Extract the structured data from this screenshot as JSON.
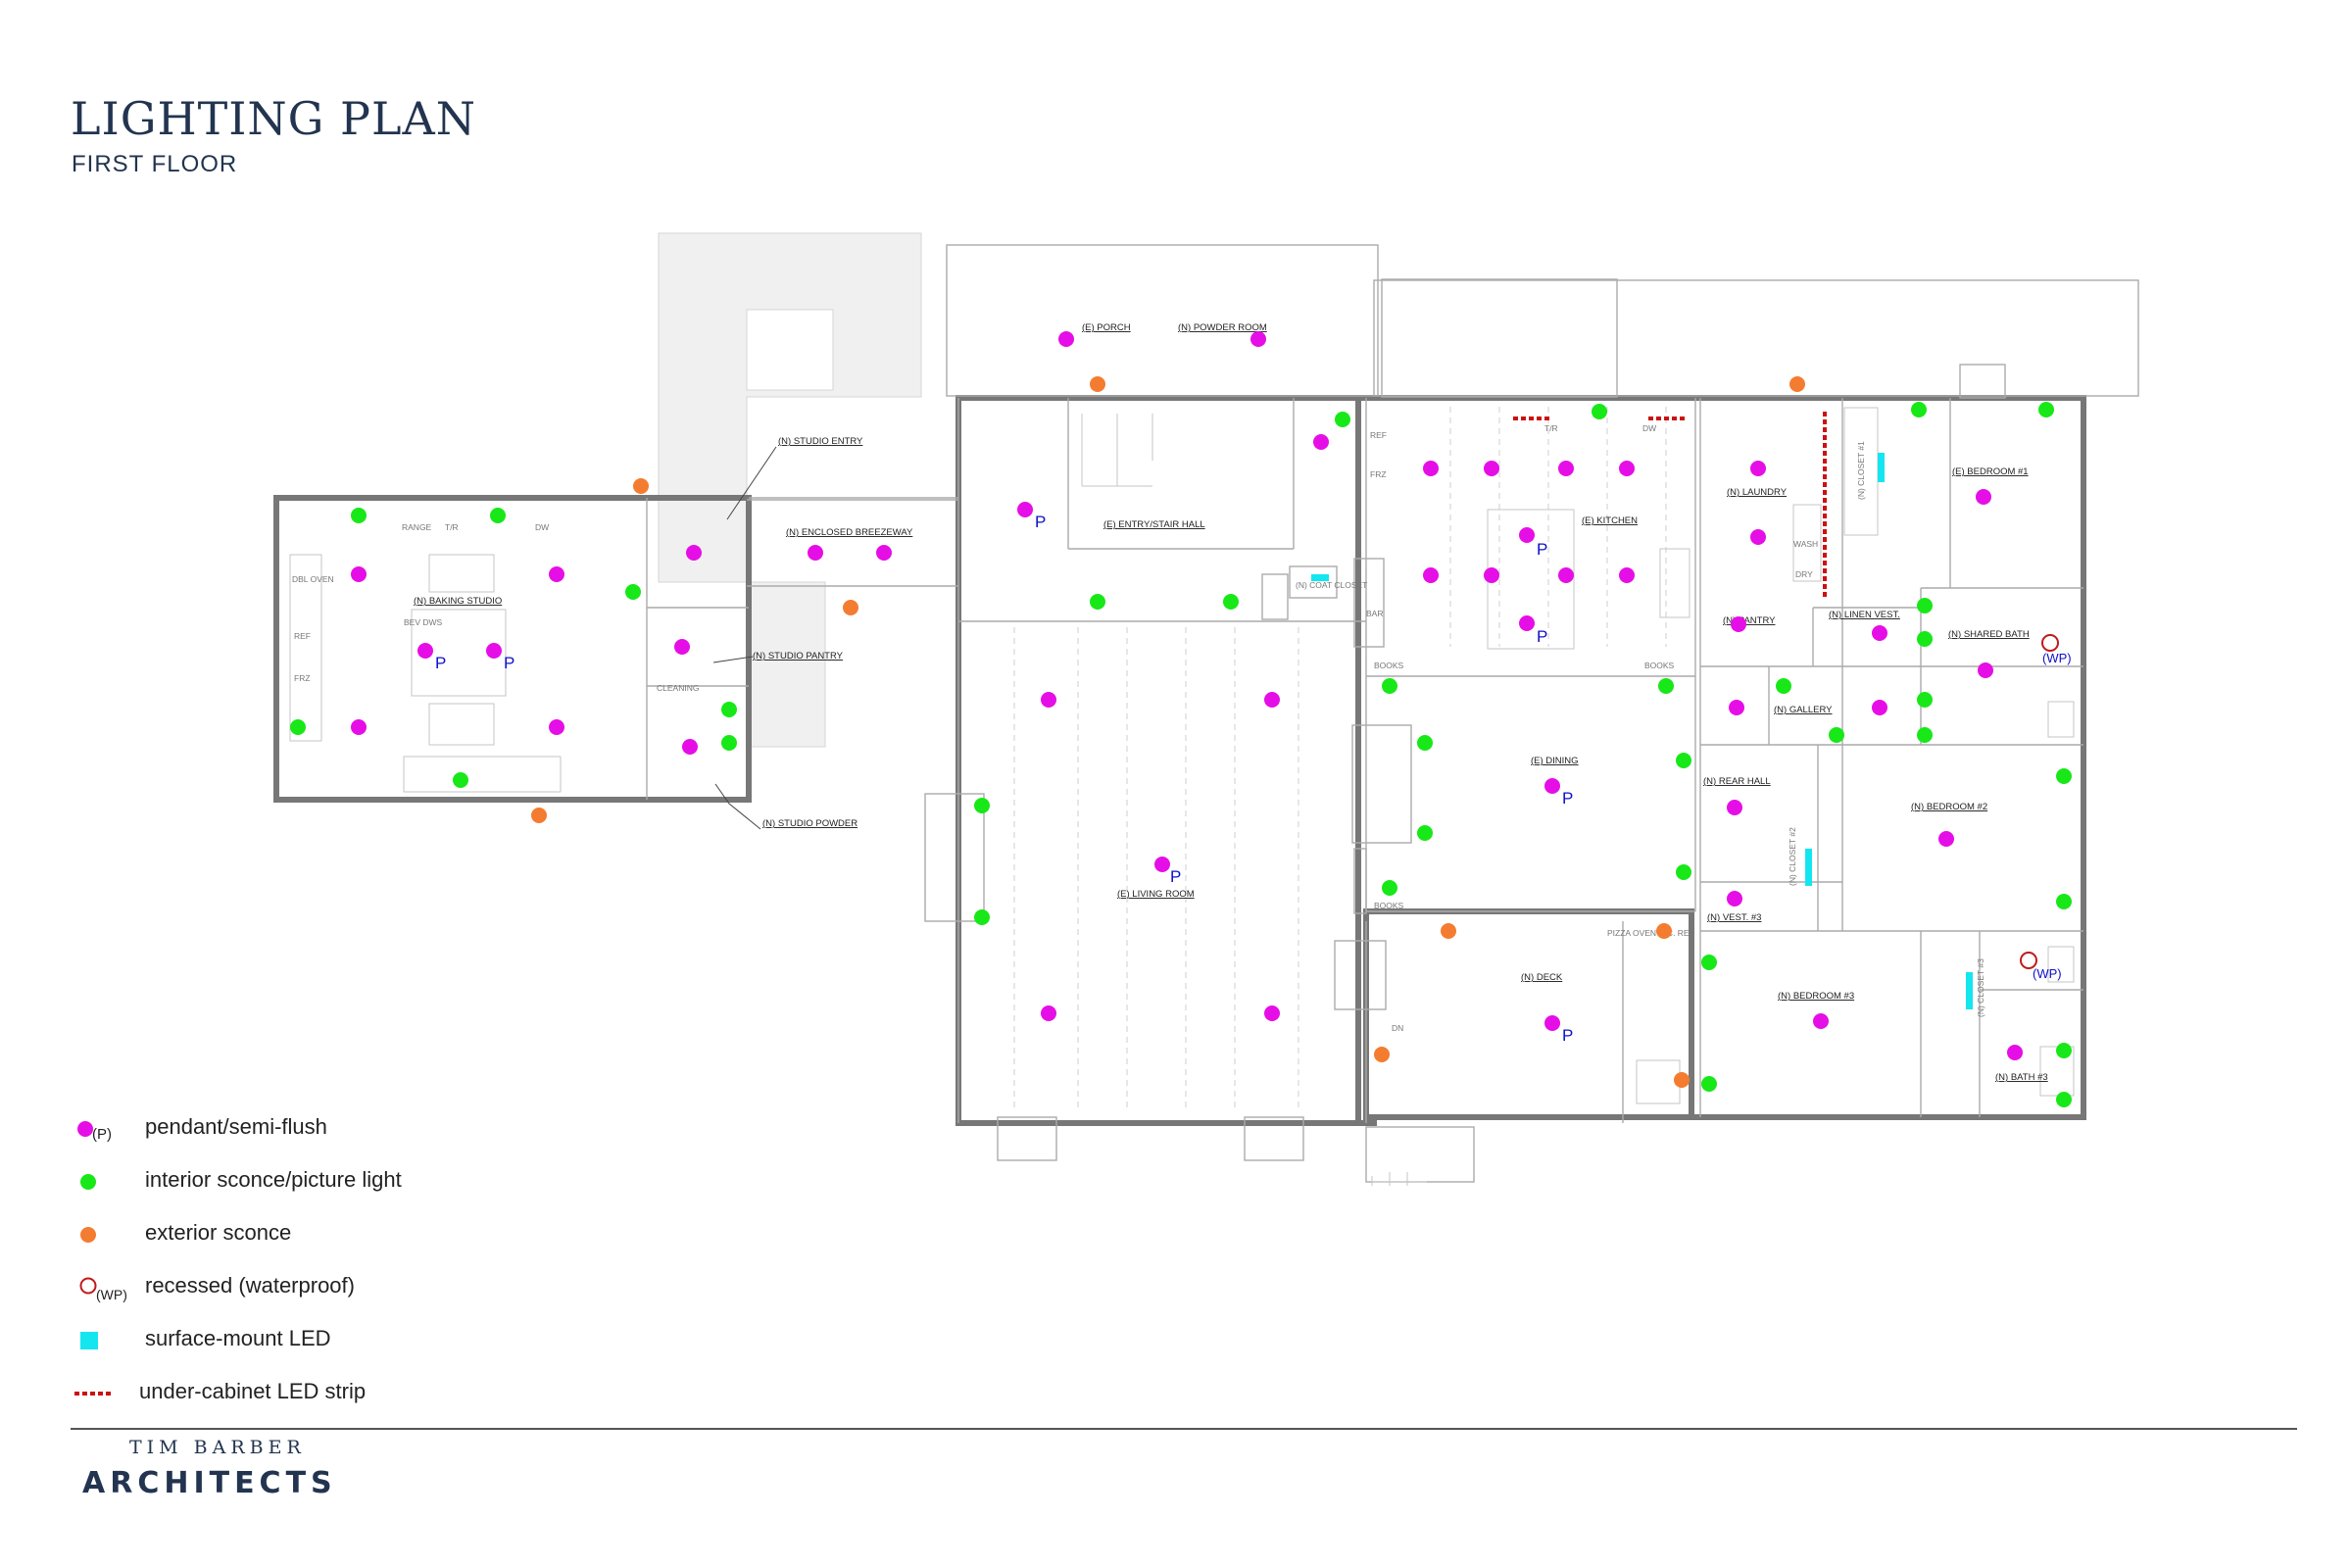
{
  "title": "LIGHTING PLAN",
  "subtitle": "FIRST FLOOR",
  "colors": {
    "pendant": "#e60ee6",
    "interior_sconce": "#18e818",
    "exterior_sconce": "#f47c30",
    "recessed": "#c01a1a",
    "surface_led": "#14e6f0",
    "led_strip": "#cc1111",
    "title": "#22344f"
  },
  "rooms": {
    "porch": "(E) PORCH",
    "powder_room": "(N) POWDER ROOM",
    "studio_entry": "(N) STUDIO ENTRY",
    "breezeway": "(N) ENCLOSED BREEZEWAY",
    "baking_studio": "(N) BAKING STUDIO",
    "studio_pantry": "(N) STUDIO PANTRY",
    "studio_powder": "(N) STUDIO POWDER",
    "entry_hall": "(E) ENTRY/STAIR HALL",
    "living_room": "(E) LIVING ROOM",
    "kitchen": "(E) KITCHEN",
    "dining": "(E) DINING",
    "deck": "(N) DECK",
    "laundry": "(N) LAUNDRY",
    "pantry": "(N) PANTRY",
    "linen_vest": "(N) LINEN VEST.",
    "gallery": "(N) GALLERY",
    "shared_bath": "(N) SHARED BATH",
    "bedroom1": "(E) BEDROOM #1",
    "rear_hall": "(N) REAR HALL",
    "bedroom2": "(N) BEDROOM #2",
    "vest3": "(N) VEST. #3",
    "bedroom3": "(N) BEDROOM #3",
    "bath3": "(N) BATH #3",
    "closet1": "(N) CLOSET #1",
    "closet2": "(N) CLOSET #2",
    "closet3": "(N) CLOSET #3",
    "coat_closet": "(N) COAT CLOSET"
  },
  "fixtures": {
    "range": "RANGE",
    "tr": "T/R",
    "dw": "DW",
    "dbl_oven": "DBL OVEN",
    "ref": "REF",
    "frz": "FRZ",
    "bev": "BEV DWS",
    "books": "BOOKS",
    "cleaning": "CLEANING",
    "bar": "BAR",
    "wash": "WASH",
    "dry": "DRY",
    "pizza_oven": "PIZZA OVEN U.C. REF",
    "dn": "DN"
  },
  "markers": {
    "pendant": "P",
    "waterproof": "(WP)"
  },
  "legend": [
    {
      "symbol": "pendant",
      "note": "(P)",
      "label": "pendant/semi-flush"
    },
    {
      "symbol": "interior-sconce",
      "label": "interior sconce/picture light"
    },
    {
      "symbol": "exterior-sconce",
      "label": "exterior sconce"
    },
    {
      "symbol": "recessed",
      "note": "(WP)",
      "label": "recessed (waterproof)"
    },
    {
      "symbol": "surface-led",
      "label": "surface-mount LED"
    },
    {
      "symbol": "led-strip",
      "label": "under-cabinet LED strip"
    }
  ],
  "firm": {
    "name": "TIM BARBER",
    "subtitle": "ARCHITECTS"
  }
}
